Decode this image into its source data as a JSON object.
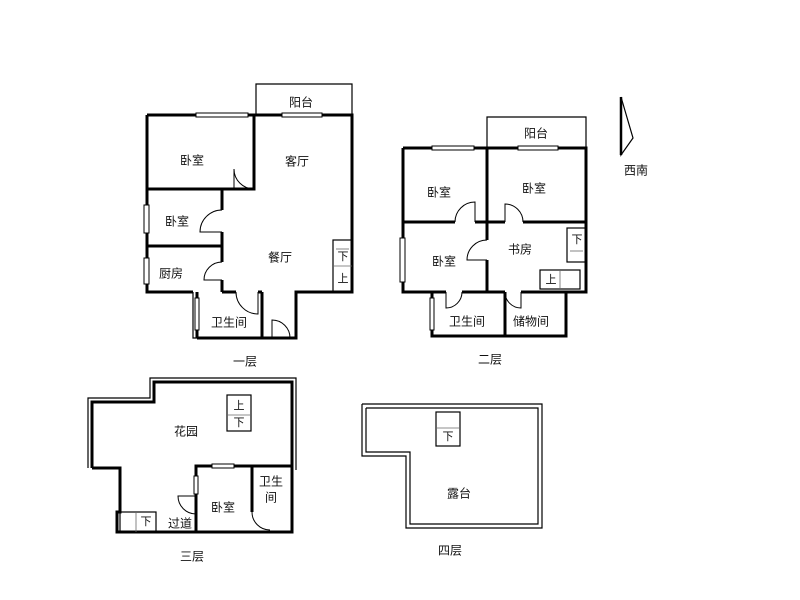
{
  "floors": {
    "f1": {
      "caption": "一层",
      "rooms": {
        "balcony": "阳台",
        "living": "客厅",
        "bedroom_a": "卧室",
        "bedroom_b": "卧室",
        "kitchen": "厨房",
        "dining": "餐厅",
        "bathroom": "卫生间"
      },
      "stairs": {
        "down": "下",
        "up": "上"
      }
    },
    "f2": {
      "caption": "二层",
      "rooms": {
        "balcony": "阳台",
        "bedroom_a": "卧室",
        "bedroom_b": "卧室",
        "bedroom_c": "卧室",
        "study": "书房",
        "bathroom": "卫生间",
        "storage": "储物间"
      },
      "stairs": {
        "down": "下",
        "up": "上"
      }
    },
    "f3": {
      "caption": "三层",
      "rooms": {
        "garden": "花园",
        "bedroom": "卧室",
        "bathroom_line1": "卫生",
        "bathroom_line2": "间",
        "corridor": "过道"
      },
      "stairs": {
        "up": "上",
        "down": "下",
        "down_small": "下"
      }
    },
    "f4": {
      "caption": "四层",
      "rooms": {
        "terrace": "露台"
      },
      "stairs": {
        "down": "下"
      }
    }
  },
  "compass": {
    "label": "西南"
  }
}
